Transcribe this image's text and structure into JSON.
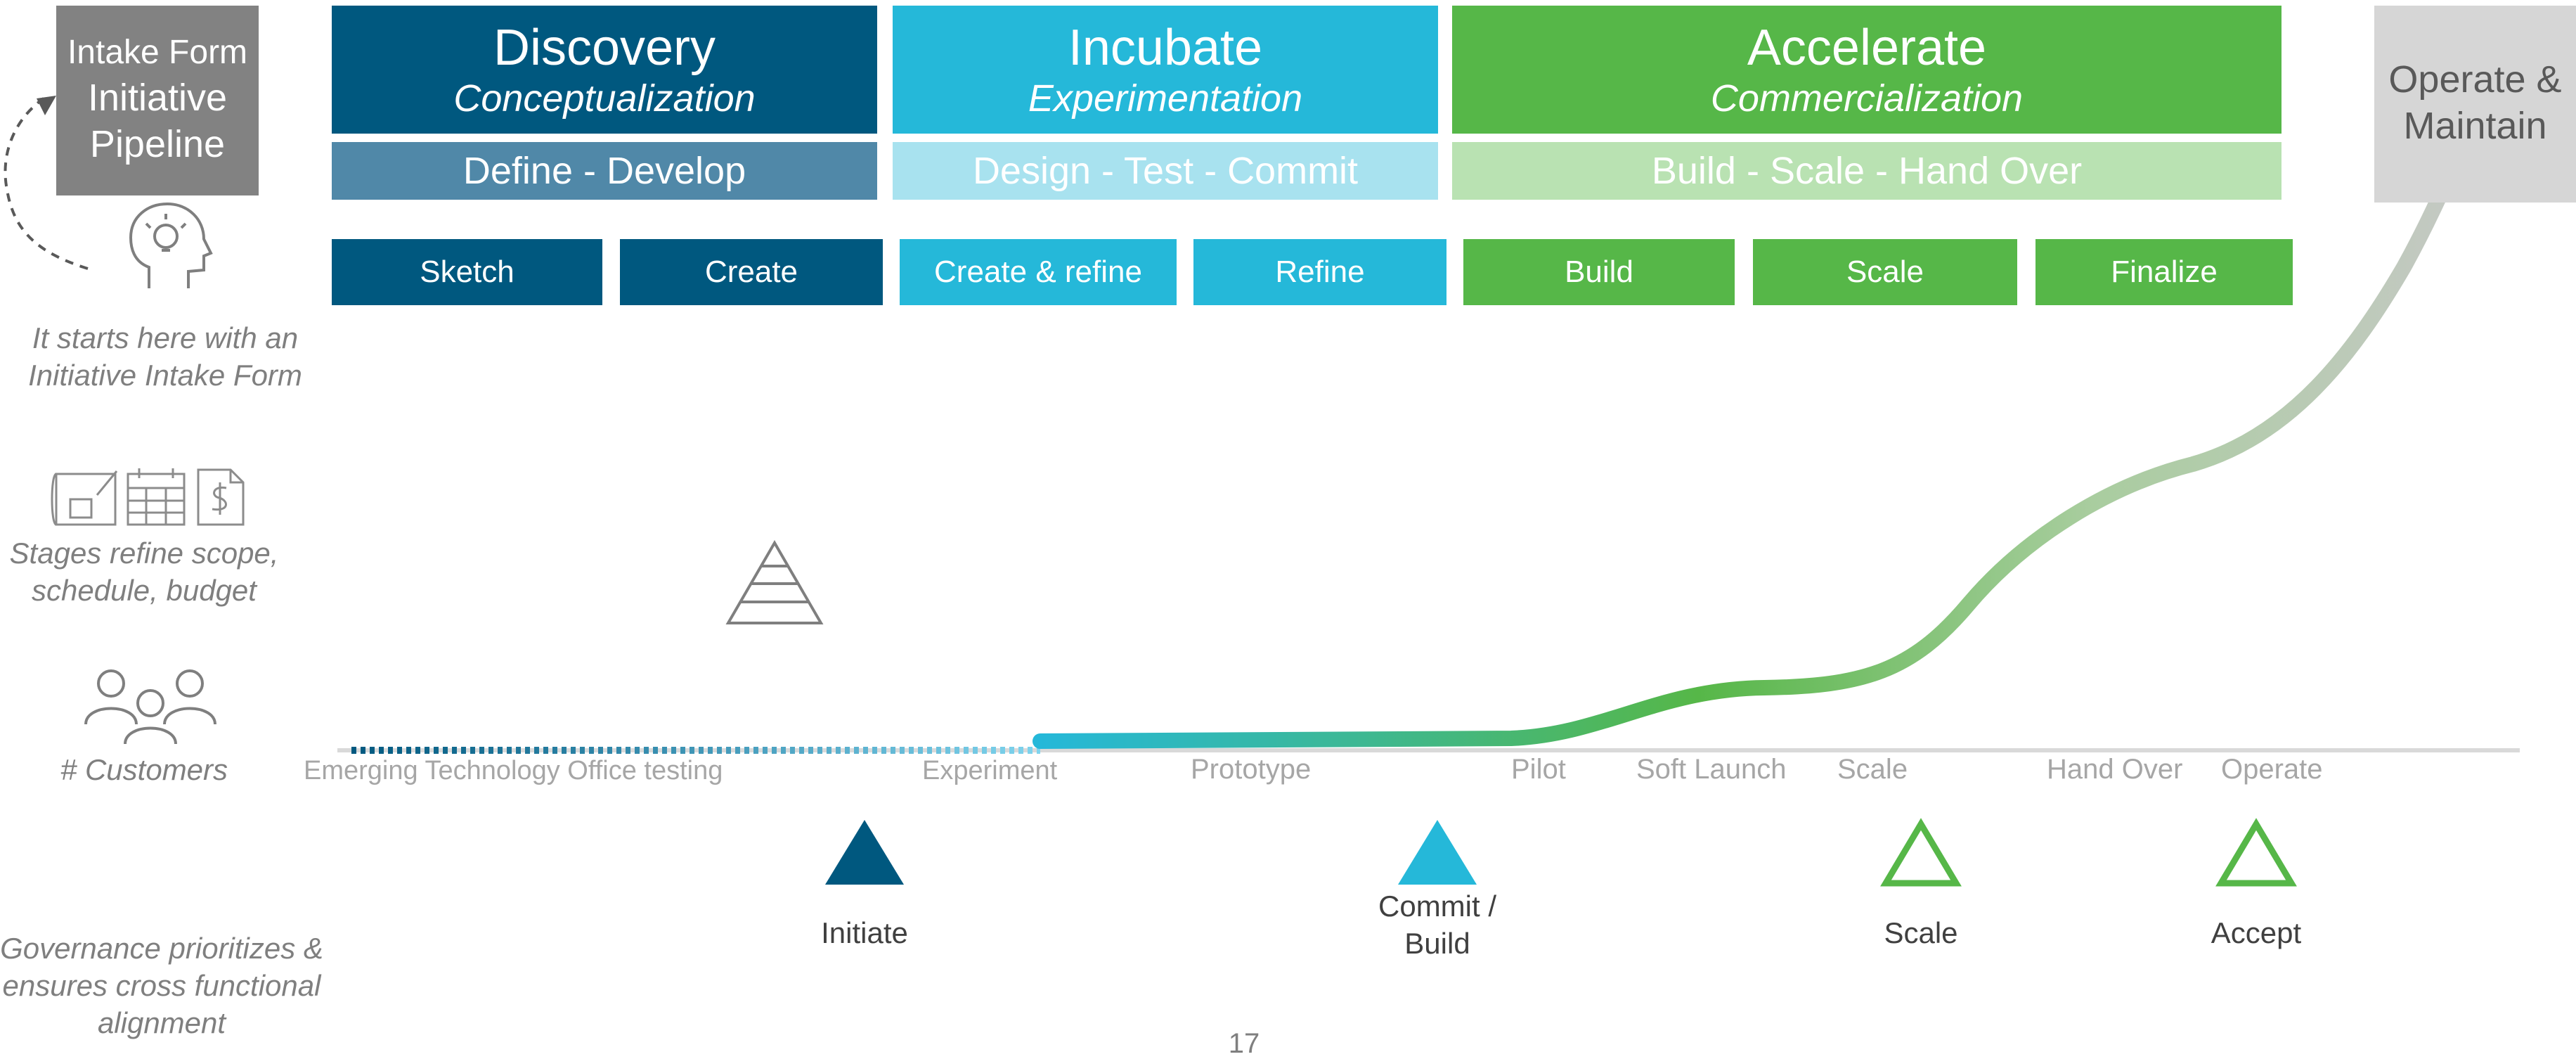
{
  "colors": {
    "discovery_dark": "#00587f",
    "discovery_light": "#5088a8",
    "incubate_dark": "#25b8d9",
    "incubate_light": "#a8e2ef",
    "accelerate_dark": "#56b748",
    "accelerate_light": "#b9e2b2",
    "operate": "#d6d6d6",
    "intake": "#828282",
    "axis_text": "#a6a6a6",
    "side_text": "#7f7f7f"
  },
  "intake": {
    "line1": "Intake Form",
    "line2": "Initiative",
    "line3": "Pipeline"
  },
  "operate": {
    "line1": "Operate &",
    "line2": "Maintain"
  },
  "phases": [
    {
      "title": "Discovery",
      "subtitle": "Conceptualization",
      "band": "Define - Develop"
    },
    {
      "title": "Incubate",
      "subtitle": "Experimentation",
      "band": "Design - Test - Commit"
    },
    {
      "title": "Accelerate",
      "subtitle": "Commercialization",
      "band": "Build - Scale - Hand Over"
    }
  ],
  "steps": [
    "Sketch",
    "Create",
    "Create & refine",
    "Refine",
    "Build",
    "Scale",
    "Finalize"
  ],
  "side_notes": {
    "intake": [
      "It starts here with an",
      "Initiative Intake Form"
    ],
    "stages": [
      "Stages refine scope,",
      "schedule, budget"
    ],
    "customers": "# Customers",
    "governance": [
      "Governance prioritizes &",
      "ensures cross functional",
      "alignment"
    ]
  },
  "axis_labels": [
    "Emerging Technology Office testing",
    "Experiment",
    "Prototype",
    "Pilot",
    "Soft Launch",
    "Scale",
    "Hand Over",
    "Operate"
  ],
  "gates": [
    {
      "label": "Initiate",
      "style": "filled",
      "color": "#00587f"
    },
    {
      "label": "Commit /",
      "label2": "Build",
      "style": "filled",
      "color": "#25b8d9"
    },
    {
      "label": "Scale",
      "style": "outline",
      "color": "#56b748"
    },
    {
      "label": "Accept",
      "style": "outline",
      "color": "#56b748"
    }
  ],
  "icons": {
    "intake": "head-lightbulb-icon",
    "stages": "blueprint-calendar-dollar-icon",
    "customers": "people-group-icon",
    "governance": "pyramid-icon"
  },
  "page_number": "17"
}
